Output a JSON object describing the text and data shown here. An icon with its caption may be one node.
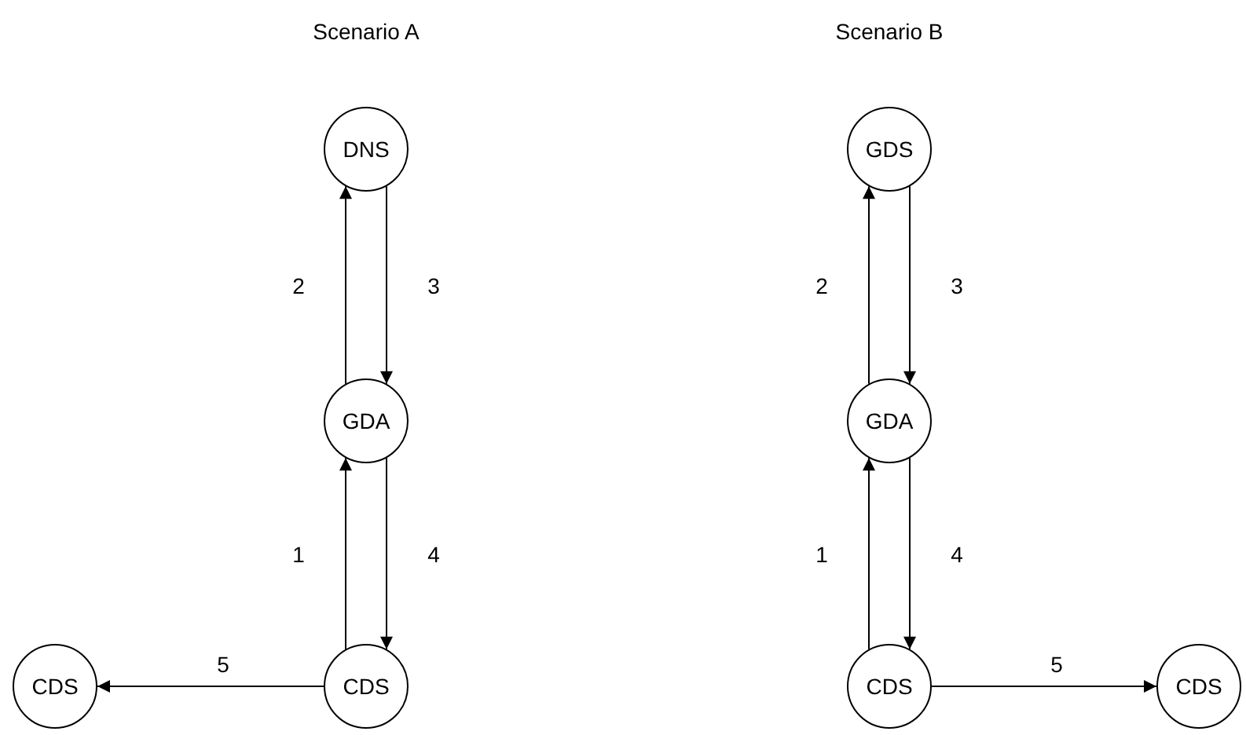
{
  "diagram": {
    "nodes": [
      {
        "text": [
          "DNS"
        ]
      },
      {
        "text": [
          "GDA"
        ]
      },
      {
        "text": [
          "CDS"
        ]
      },
      {
        "text": [
          "CDS"
        ]
      },
      {
        "text": [
          "GDS"
        ]
      },
      {
        "text": [
          "GDA"
        ]
      },
      {
        "text": [
          "CDS"
        ]
      },
      {
        "text": [
          "CDS"
        ]
      }
    ],
    "edges": [
      {
        "from": 1,
        "to": 0,
        "arrow": "to",
        "label": "2"
      },
      {
        "from": 0,
        "to": 1,
        "arrow": "to",
        "label": "3"
      },
      {
        "from": 2,
        "to": 1,
        "arrow": "to",
        "label": "1"
      },
      {
        "from": 1,
        "to": 2,
        "arrow": "to",
        "label": "4"
      },
      {
        "from": 2,
        "to": 3,
        "arrow": "to",
        "label": "5"
      },
      {
        "from": 5,
        "to": 4,
        "arrow": "to",
        "label": "2"
      },
      {
        "from": 4,
        "to": 5,
        "arrow": "to",
        "label": "3"
      },
      {
        "from": 6,
        "to": 5,
        "arrow": "to",
        "label": "1"
      },
      {
        "from": 5,
        "to": 6,
        "arrow": "to",
        "label": "4"
      },
      {
        "from": 6,
        "to": 7,
        "arrow": "to",
        "label": "5"
      }
    ],
    "labels": [
      "Scenario A",
      "Scenario B"
    ]
  }
}
